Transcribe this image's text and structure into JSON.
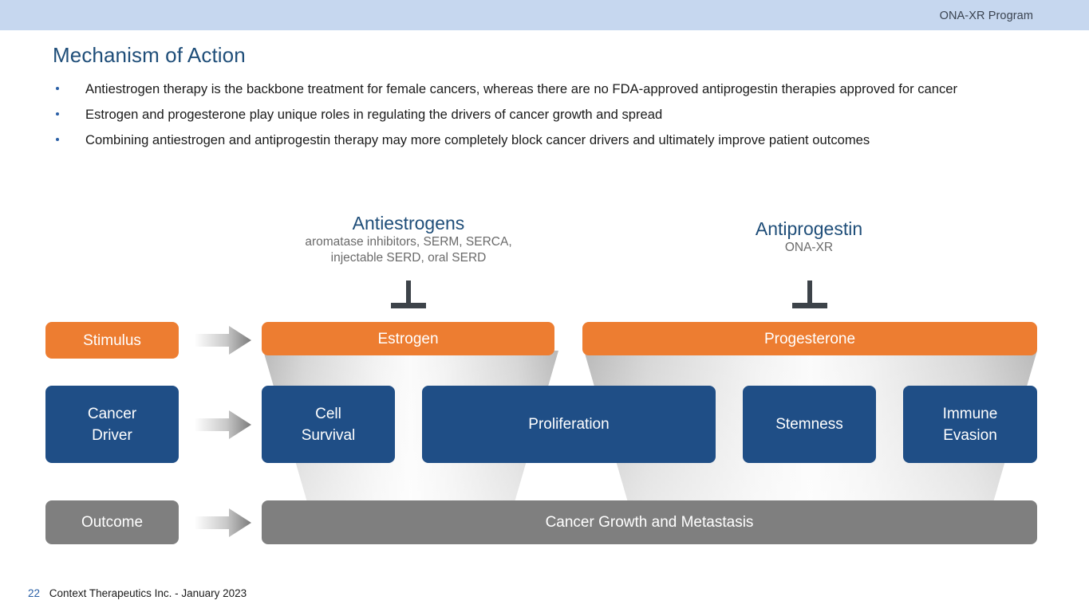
{
  "header": {
    "program_label": "ONA-XR Program",
    "band_color": "#c6d7ef"
  },
  "title": "Mechanism of Action",
  "bullets": [
    "Antiestrogen therapy is the backbone treatment for female cancers, whereas there are no FDA-approved antiprogestin therapies approved for cancer",
    "Estrogen and progesterone play unique roles in regulating the drivers of cancer growth and spread",
    "Combining antiestrogen and antiprogestin therapy may more completely block cancer drivers and ultimately improve patient outcomes"
  ],
  "diagram": {
    "drugs": [
      {
        "name": "Antiestrogens",
        "detail_line1": "aromatase inhibitors, SERM, SERCA,",
        "detail_line2": "injectable SERD, oral SERD"
      },
      {
        "name": "Antiprogestin",
        "detail_line1": "ONA-XR",
        "detail_line2": ""
      }
    ],
    "row_labels": [
      {
        "label": "Stimulus",
        "color": "#ed7d31"
      },
      {
        "label": "Cancer\nDriver",
        "color": "#1f4e86"
      },
      {
        "label": "Outcome",
        "color": "#7f7f7f"
      }
    ],
    "stimuli": [
      {
        "label": "Estrogen",
        "color": "#ed7d31"
      },
      {
        "label": "Progesterone",
        "color": "#ed7d31"
      }
    ],
    "drivers": [
      {
        "label": "Cell\nSurvival",
        "color": "#1f4e86"
      },
      {
        "label": "Proliferation",
        "color": "#1f4e86"
      },
      {
        "label": "Stemness",
        "color": "#1f4e86"
      },
      {
        "label": "Immune\nEvasion",
        "color": "#1f4e86"
      }
    ],
    "outcome": {
      "label": "Cancer Growth and Metastasis",
      "color": "#7f7f7f"
    }
  },
  "footer": {
    "page_number": "22",
    "text": "Context Therapeutics Inc. - January 2023"
  }
}
